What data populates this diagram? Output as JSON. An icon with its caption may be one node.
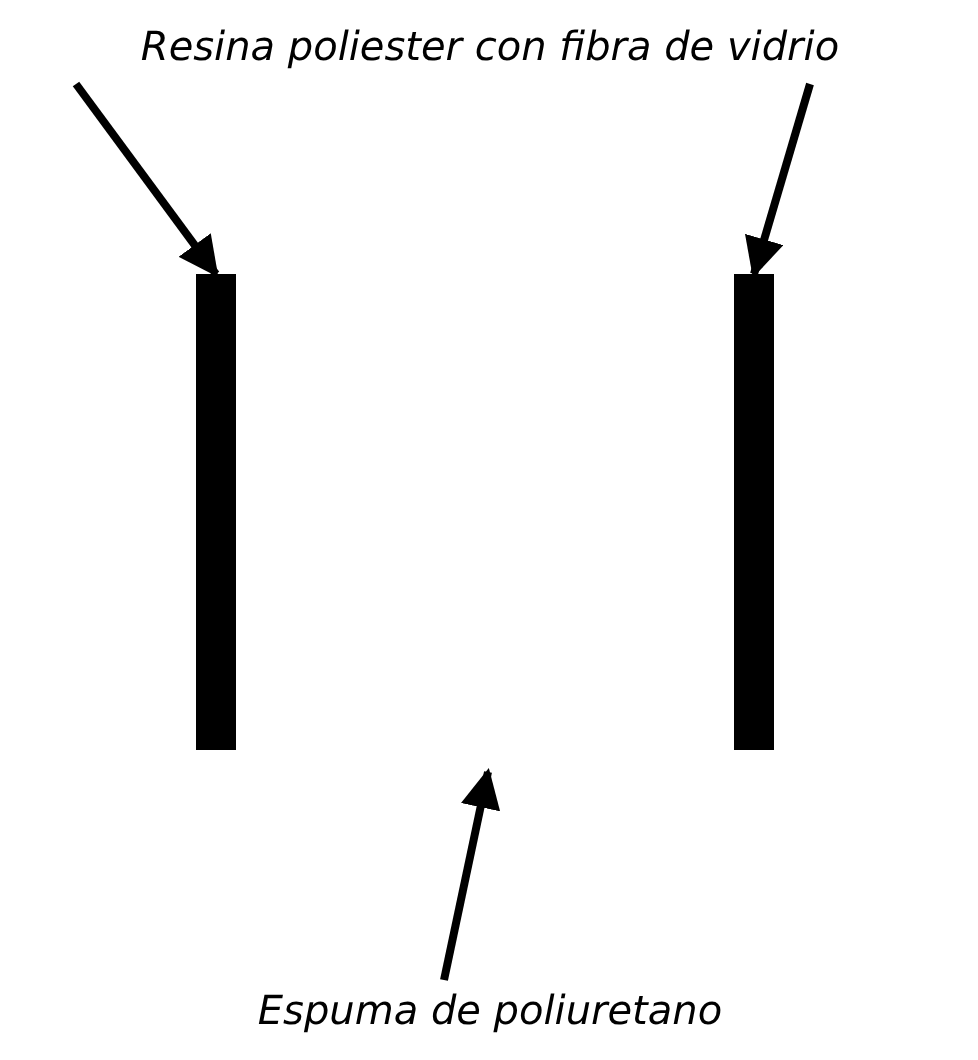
{
  "diagram": {
    "nodes": [
      {
        "text": [
          "Resina poliester con fibra de vidrio"
        ]
      },
      {
        "text": [],
        "shape": "bar"
      },
      {
        "text": [],
        "shape": "bar"
      },
      {
        "text": [
          "Espuma de poliuretano"
        ]
      }
    ],
    "edges": [
      {
        "from": 0,
        "to": 1,
        "arrow": "to"
      },
      {
        "from": 0,
        "to": 2,
        "arrow": "to"
      },
      {
        "from": 3,
        "to": null,
        "arrow": "to"
      }
    ]
  }
}
